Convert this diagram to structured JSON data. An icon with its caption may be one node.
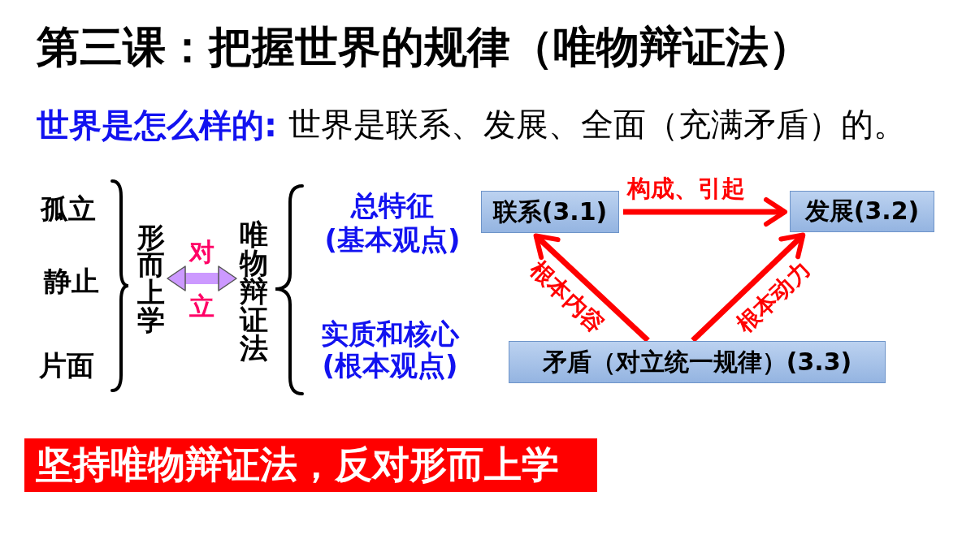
{
  "diagram": {
    "title": "第三课：把握世界的规律（唯物辩证法）",
    "nodes": [
      {
        "text": [
          "形而上学"
        ]
      },
      {
        "text": [
          "唯物辩证法"
        ]
      },
      {
        "text": [
          "联系(3.1)"
        ]
      },
      {
        "text": [
          "发展(3.2)"
        ]
      },
      {
        "text": [
          "矛盾（对立统一规律）(3.3)"
        ]
      },
      {
        "text": [
          "坚持唯物辩证法，反对形而上学"
        ]
      }
    ],
    "edges": [
      {
        "from": 0,
        "to": 1,
        "arrow": "both",
        "style": "thick",
        "color": "#cc99ff"
      },
      {
        "from": 2,
        "to": 3,
        "arrow": "to",
        "label": "构成、引起"
      },
      {
        "from": 4,
        "to": 2,
        "arrow": "to",
        "label": "根本内容"
      },
      {
        "from": 4,
        "to": 3,
        "arrow": "to",
        "label": "根本动力"
      }
    ],
    "labels": [
      "世界是怎么样的:",
      "世界是联系、发展、全面（充满矛盾）的。",
      "孤立",
      "静止",
      "片面",
      "对",
      "立",
      "总特征",
      "(基本观点)",
      "实质和核心",
      "(根本观点)"
    ]
  }
}
